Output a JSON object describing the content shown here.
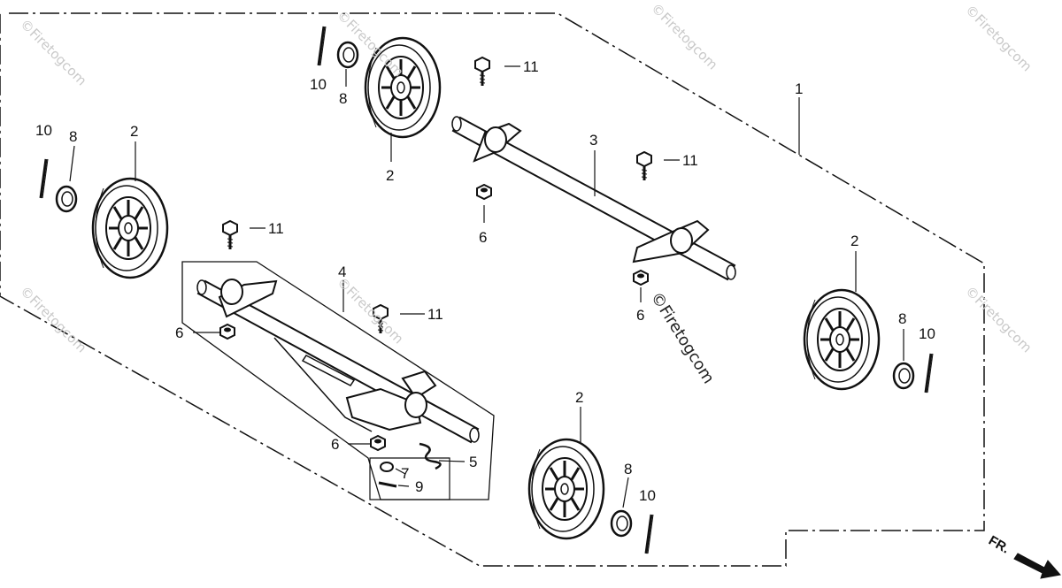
{
  "callouts": {
    "c1": "1",
    "c2_a": "2",
    "c2_b": "2",
    "c2_c": "2",
    "c2_d": "2",
    "c3": "3",
    "c4": "4",
    "c5": "5",
    "c6_a": "6",
    "c6_b": "6",
    "c6_c": "6",
    "c6_d": "6",
    "c7": "7",
    "c8_a": "8",
    "c8_b": "8",
    "c8_c": "8",
    "c8_d": "8",
    "c9": "9",
    "c10_a": "10",
    "c10_b": "10",
    "c10_c": "10",
    "c10_d": "10",
    "c11_a": "11",
    "c11_b": "11",
    "c11_c": "11",
    "c11_d": "11"
  },
  "watermark": {
    "main": "©Firetogcom",
    "tile": "©Firetogcom"
  },
  "direction_label": "FR.",
  "colors": {
    "ink": "#111111",
    "watermark": "#c9c9c9",
    "paper": "#ffffff"
  }
}
